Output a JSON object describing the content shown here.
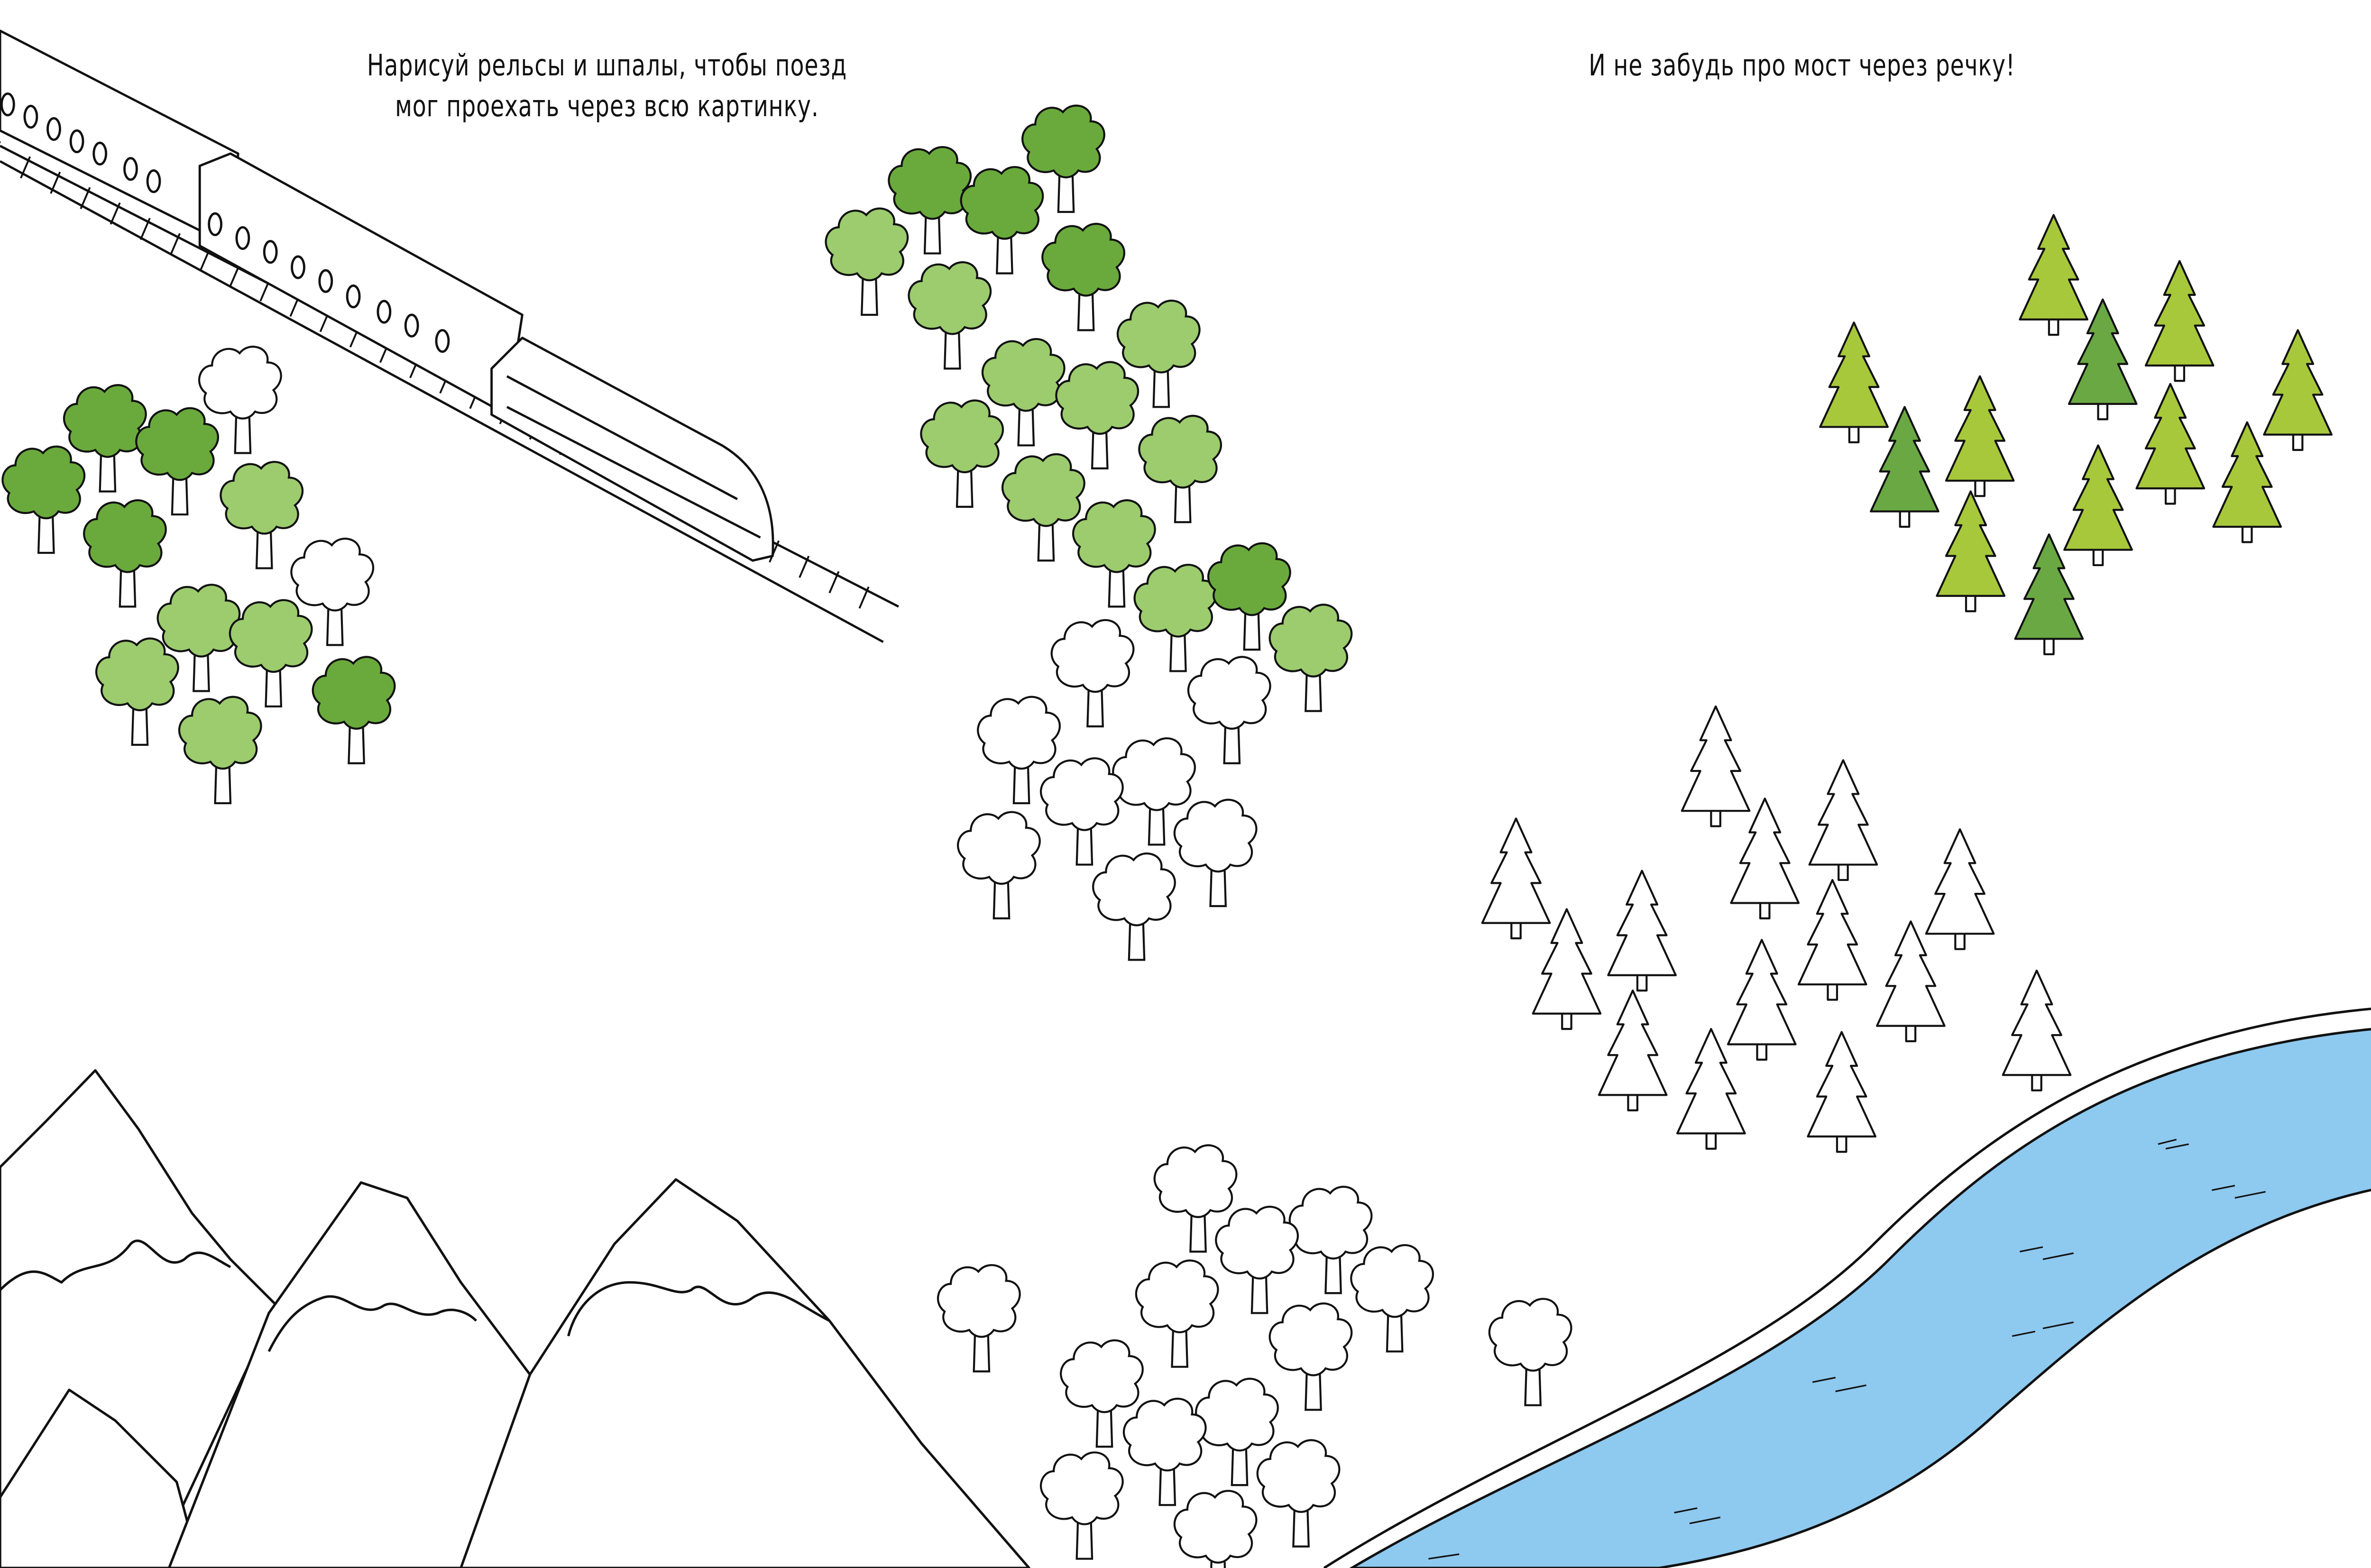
{
  "captions": {
    "rails_line1": "Нарисуй рельсы и шпалы, чтобы поезд",
    "rails_line2": "мог проехать через всю картинку.",
    "bridge": "И не забудь про мост через речку!"
  },
  "colors": {
    "tree_green": "#6aaa3c",
    "tree_light_green": "#9ccc6e",
    "pine_yellow_green": "#a8c83c",
    "pine_green": "#6aa844",
    "river": "#8ec9ef",
    "outline": "#111111"
  }
}
